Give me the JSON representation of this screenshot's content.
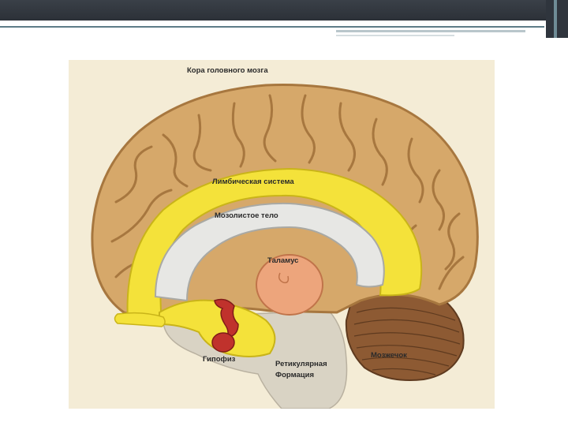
{
  "diagram": {
    "labels": {
      "cortex": "Кора головного мозга",
      "limbic": "Лимбическая система",
      "corpus_callosum": "Мозолистое тело",
      "thalamus": "Таламус",
      "pituitary": "Гипофиз",
      "reticular_line1": "Ретикулярная",
      "reticular_line2": "Формация",
      "cerebellum": "Мозжечок"
    },
    "colors": {
      "cortex": "#d6a86a",
      "cortex_dark": "#a7773f",
      "limbic": "#f4e23a",
      "callosum": "#e7e7e4",
      "thalamus": "#eda57c",
      "pituitary": "#c0322c",
      "cerebellum": "#8d5a33",
      "brainstem": "#d9d3c4",
      "background": "#f4ecd6"
    }
  }
}
